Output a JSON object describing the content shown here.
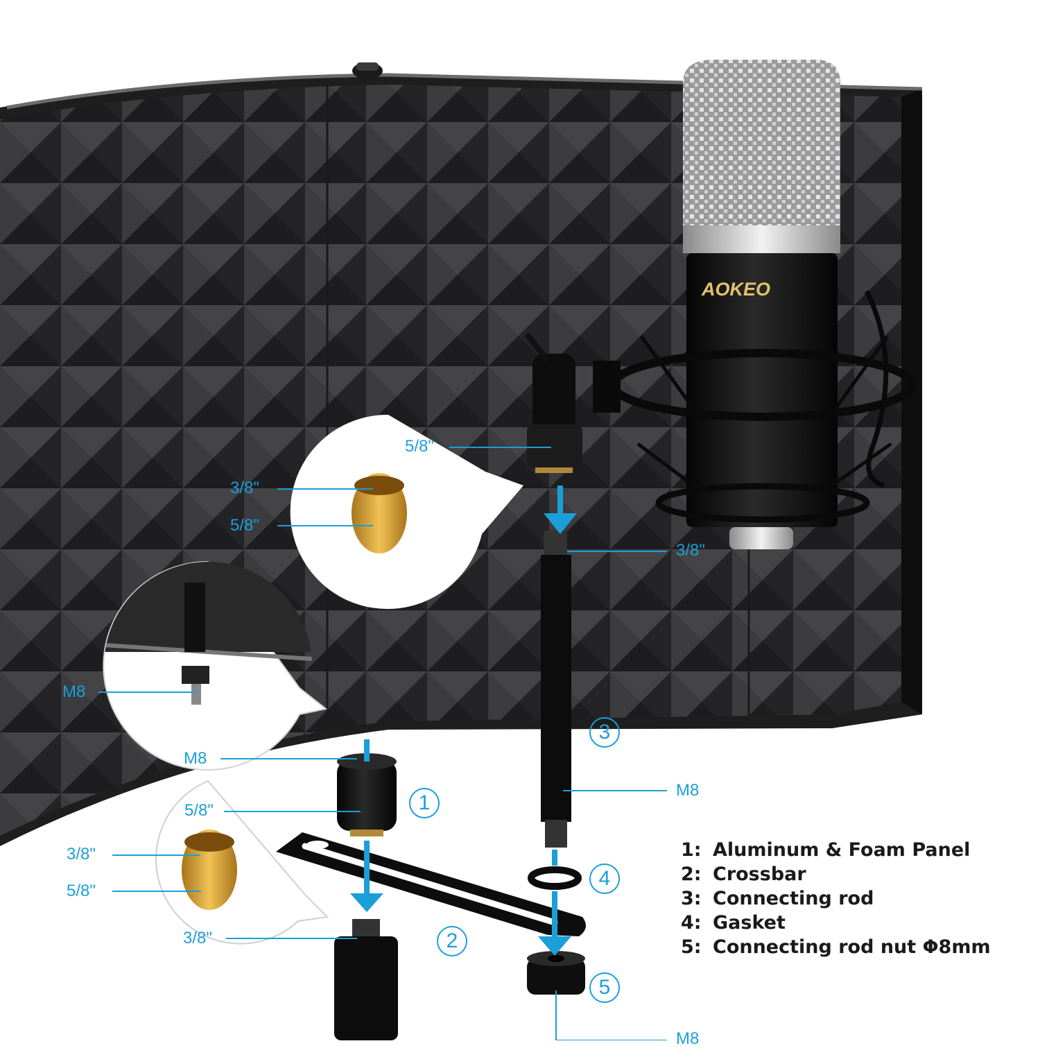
{
  "colors": {
    "accent": "#1a9fd9",
    "foam": "#2b2b2d",
    "foam_light": "#4a4a4c",
    "brass": "#d9a531",
    "metal": "#111111",
    "silver": "#c8c8c8"
  },
  "brand": {
    "text": "AOKEO"
  },
  "callouts": [
    {
      "id": "mic-clip-thread",
      "text": "5/8\""
    },
    {
      "id": "adapter-top-small",
      "text": "3/8\""
    },
    {
      "id": "adapter-top-large",
      "text": "5/8\""
    },
    {
      "id": "rod-top-thread",
      "text": "3/8\""
    },
    {
      "id": "panel-bolt",
      "text": "M8"
    },
    {
      "id": "connector-top",
      "text": "M8"
    },
    {
      "id": "connector-bottom",
      "text": "5/8\""
    },
    {
      "id": "adapter-bottom-small",
      "text": "3/8\""
    },
    {
      "id": "adapter-bottom-large",
      "text": "5/8\""
    },
    {
      "id": "stand-thread",
      "text": "3/8\""
    },
    {
      "id": "rod-bottom-thread",
      "text": "M8"
    },
    {
      "id": "nut-thread",
      "text": "M8"
    }
  ],
  "part_numbers": [
    "1",
    "2",
    "3",
    "4",
    "5"
  ],
  "legend": [
    {
      "num": "1:",
      "label": "Aluminum & Foam Panel"
    },
    {
      "num": "2:",
      "label": "Crossbar"
    },
    {
      "num": "3:",
      "label": "Connecting rod"
    },
    {
      "num": "4:",
      "label": "Gasket"
    },
    {
      "num": "5:",
      "label": "Connecting rod nut Φ8mm"
    }
  ]
}
